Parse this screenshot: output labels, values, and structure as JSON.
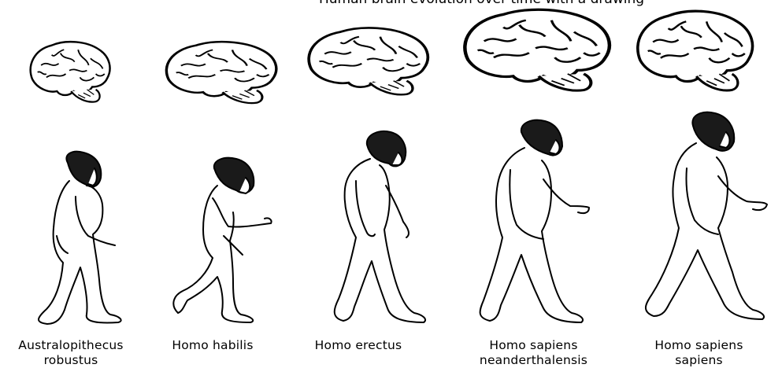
{
  "header": {
    "cropped_caption": "Human brain evolution over time with a drawing"
  },
  "stages": [
    {
      "line1": "Australopithecus",
      "line2": "robustus"
    },
    {
      "line1": "Homo habilis",
      "line2": ""
    },
    {
      "line1": "Homo erectus",
      "line2": ""
    },
    {
      "line1": "Homo sapiens",
      "line2": "neanderthalensis"
    },
    {
      "line1": "Homo sapiens",
      "line2": "sapiens"
    }
  ],
  "colors": {
    "ink": "#000000",
    "hair": "#1a1a1a",
    "background": "#ffffff"
  }
}
